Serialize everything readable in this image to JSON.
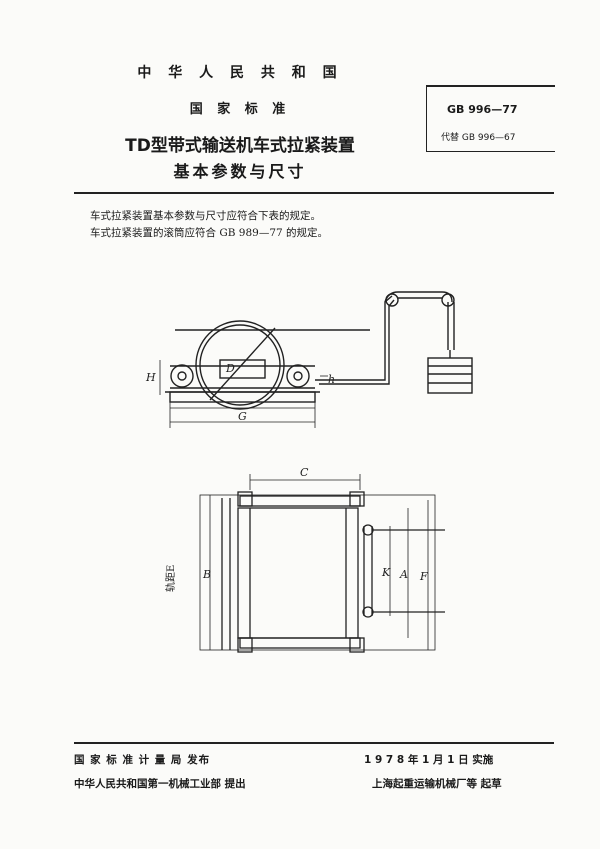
{
  "header": {
    "country": "中 华 人 民 共 和 国",
    "standard_type": "国 家 标 准",
    "title_line1": "TD型带式输送机车式拉紧装置",
    "title_line2": "基本参数与尺寸"
  },
  "standard_box": {
    "code": "GB 996—77",
    "replaces": "代替 GB 996—67"
  },
  "body": {
    "line1": "车式拉紧装置基本参数与尺寸应符合下表的规定。",
    "line2": "车式拉紧装置的滚筒应符合 GB 989—77 的规定。"
  },
  "drawing_labels": {
    "D": "D",
    "H": "H",
    "h": "h",
    "G": "G",
    "C": "C",
    "B": "B",
    "K": "K",
    "A": "A",
    "F": "F",
    "E": "轨距E"
  },
  "footer": {
    "issuer": "国 家 标 准 计 量 局  发布",
    "date": "1 9 7 8 年 1 月 1 日  实施",
    "proposer": "中华人民共和国第一机械工业部  提出",
    "drafter": "上海起重运输机械厂等  起草"
  }
}
